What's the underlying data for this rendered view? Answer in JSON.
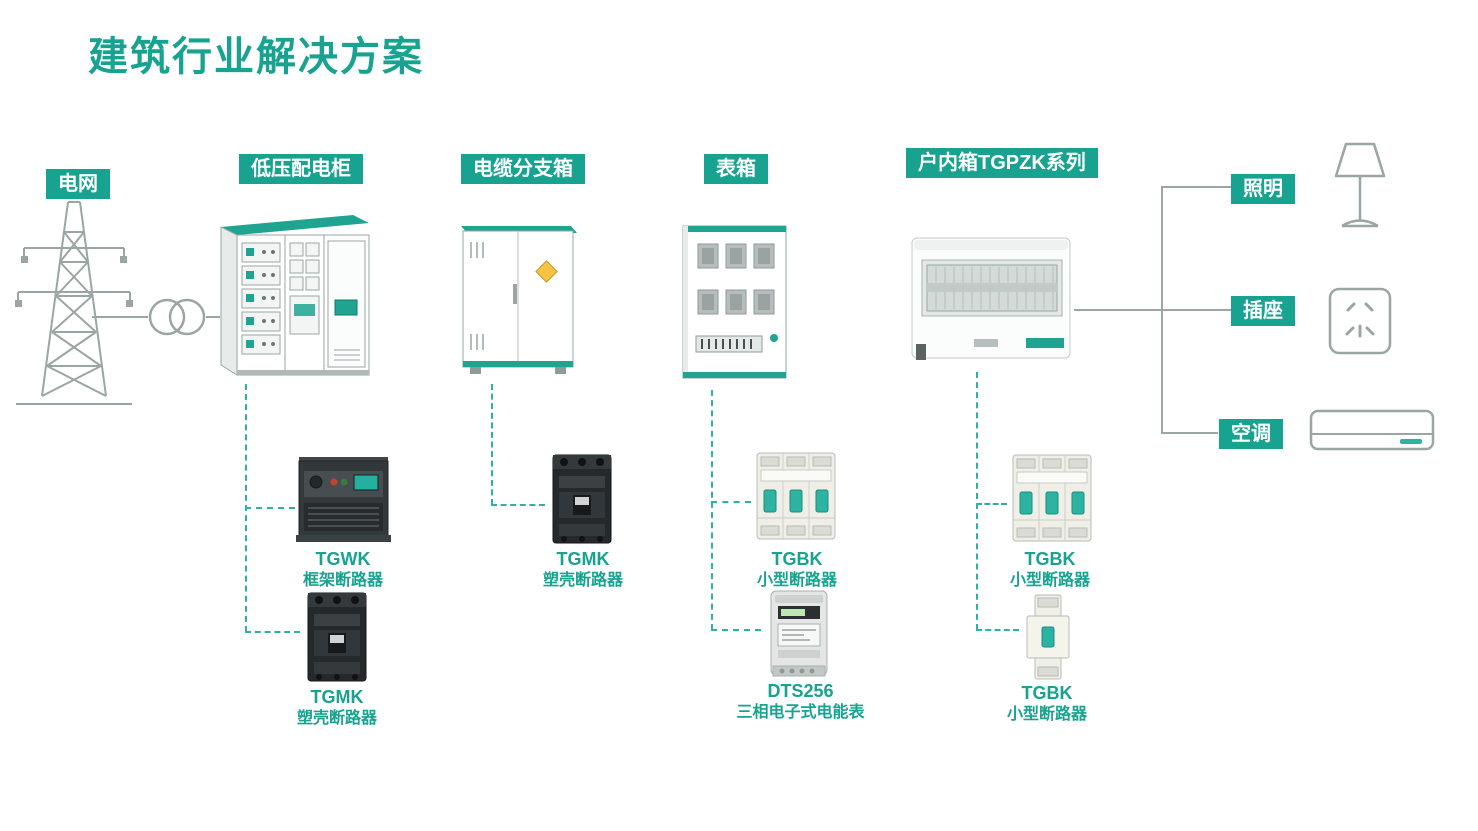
{
  "page": {
    "title": "建筑行业解决方案"
  },
  "theme": {
    "accent": "#17a38f",
    "line_gray": "#9aa6a4",
    "dashed": "#2db3a2"
  },
  "nodes": {
    "grid": {
      "label": "电网",
      "icon": "transmission-tower-icon"
    },
    "cabinet": {
      "label": "低压配电柜",
      "icon": "lv-distribution-cabinet-illustration"
    },
    "branch_box": {
      "label": "电缆分支箱",
      "icon": "cable-branch-box-illustration"
    },
    "meter_box": {
      "label": "表箱",
      "icon": "meter-box-illustration"
    },
    "indoor_box": {
      "label": "户内箱TGPZK系列",
      "icon": "indoor-box-illustration"
    }
  },
  "loads": [
    {
      "label": "照明",
      "icon": "lamp-icon"
    },
    {
      "label": "插座",
      "icon": "socket-icon"
    },
    {
      "label": "空调",
      "icon": "air-conditioner-icon"
    }
  ],
  "products": [
    {
      "model": "TGWK",
      "name": "框架断路器"
    },
    {
      "model": "TGMK",
      "name": "塑壳断路器"
    },
    {
      "model": "TGMK",
      "name": "塑壳断路器"
    },
    {
      "model": "TGBK",
      "name": "小型断路器"
    },
    {
      "model": "DTS256",
      "name": "三相电子式电能表"
    },
    {
      "model": "TGBK",
      "name": "小型断路器"
    },
    {
      "model": "TGBK",
      "name": "小型断路器"
    }
  ]
}
